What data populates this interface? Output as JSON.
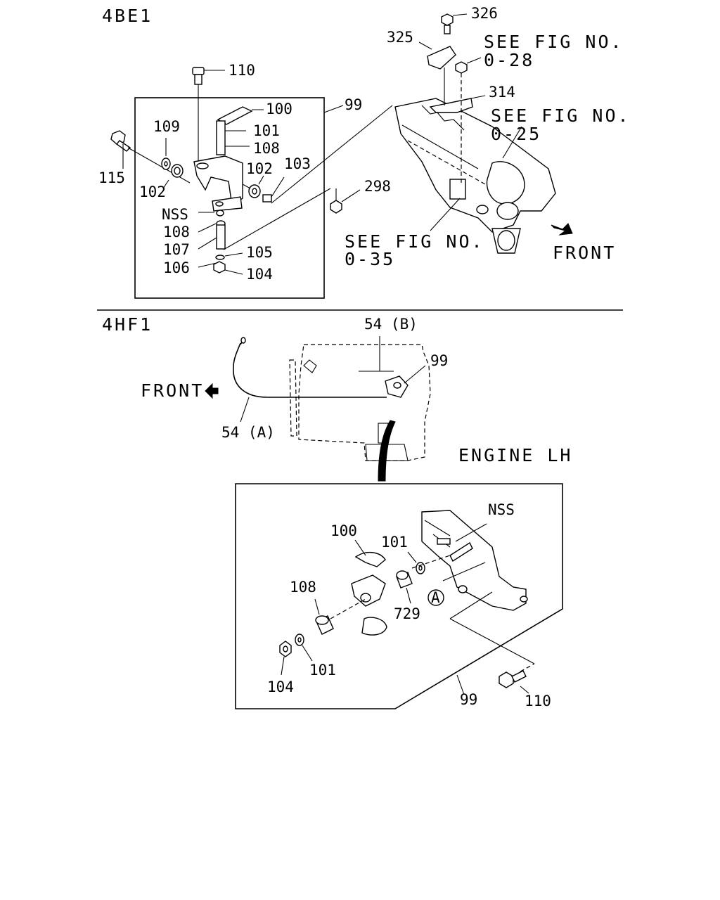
{
  "sections": {
    "top": {
      "title": "4BE1"
    },
    "bottom": {
      "title": "4HF1"
    }
  },
  "refs": {
    "fig_028": [
      "SEE FIG NO.",
      "0-28"
    ],
    "fig_025": [
      "SEE FIG NO.",
      "0-25"
    ],
    "fig_035": [
      "SEE FIG NO.",
      "0-35"
    ]
  },
  "direction": {
    "front_top": "FRONT",
    "front_bottom": "FRONT"
  },
  "engine_side": "ENGINE LH",
  "callout_letter": "A",
  "top_parts": {
    "p326": "326",
    "p325": "325",
    "p314": "314",
    "p110": "110",
    "p100": "100",
    "p101": "101",
    "p108a": "108",
    "p99": "99",
    "p109": "109",
    "p115": "115",
    "p102a": "102",
    "p102b": "102",
    "p103": "103",
    "p298": "298",
    "nss": "NSS",
    "p108b": "108",
    "p107": "107",
    "p106": "106",
    "p105": "105",
    "p104": "104"
  },
  "bottom_parts": {
    "p54b": "54 (B)",
    "p99a": "99",
    "p54a": "54 (A)",
    "nss": "NSS",
    "p100": "100",
    "p101a": "101",
    "p108": "108",
    "p729": "729",
    "p104": "104",
    "p101b": "101",
    "p99b": "99",
    "p110": "110"
  }
}
